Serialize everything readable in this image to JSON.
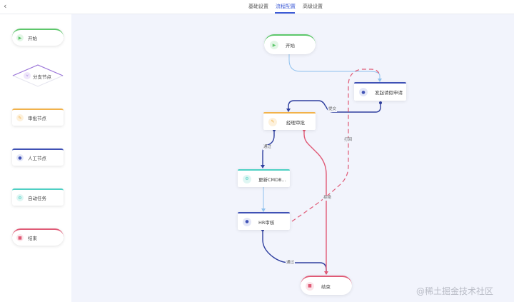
{
  "header": {
    "back_glyph": "‹",
    "tabs": [
      {
        "label": "基础设置"
      },
      {
        "label": "流程配置"
      },
      {
        "label": "高级设置"
      }
    ],
    "active_tab": "流程配置"
  },
  "palette": {
    "items": [
      {
        "label": "开始",
        "icon": "play-icon",
        "color": "#5cc76a"
      },
      {
        "label": "分支节点",
        "icon": "branch-icon",
        "color": "#9b74d9"
      },
      {
        "label": "审批节点",
        "icon": "approval-icon",
        "color": "#f2b24a"
      },
      {
        "label": "人工节点",
        "icon": "person-icon",
        "color": "#3f51b5"
      },
      {
        "label": "自动任务",
        "icon": "gear-icon",
        "color": "#4ed0c4"
      },
      {
        "label": "结束",
        "icon": "stop-icon",
        "color": "#e05a76"
      }
    ]
  },
  "flow": {
    "nodes": {
      "start": {
        "label": "开始",
        "icon": "play-icon",
        "color": "#5cc76a"
      },
      "apply": {
        "label": "发起请假申请",
        "icon": "person-icon",
        "color": "#3f51b5"
      },
      "manager": {
        "label": "经理审批",
        "icon": "approval-icon",
        "color": "#f2b24a"
      },
      "cmdb": {
        "label": "更新CMDB...",
        "icon": "gear-icon",
        "color": "#4ed0c4"
      },
      "hr": {
        "label": "HR审核",
        "icon": "person-icon",
        "color": "#3f51b5"
      },
      "end": {
        "label": "结束",
        "icon": "stop-icon",
        "color": "#e05a76"
      }
    },
    "edge_labels": {
      "submit": "提交",
      "pass_manager": "通过",
      "reject": "打回",
      "deny": "拒绝",
      "pass_hr": "通过"
    }
  },
  "watermark": "@稀土掘金技术社区",
  "colors": {
    "accent": "#3d5bd6",
    "canvas_bg": "#f2f4fc",
    "reject_line": "#e05a76",
    "link_light": "#8fc1ee",
    "link_dark": "#2f3f9f"
  }
}
